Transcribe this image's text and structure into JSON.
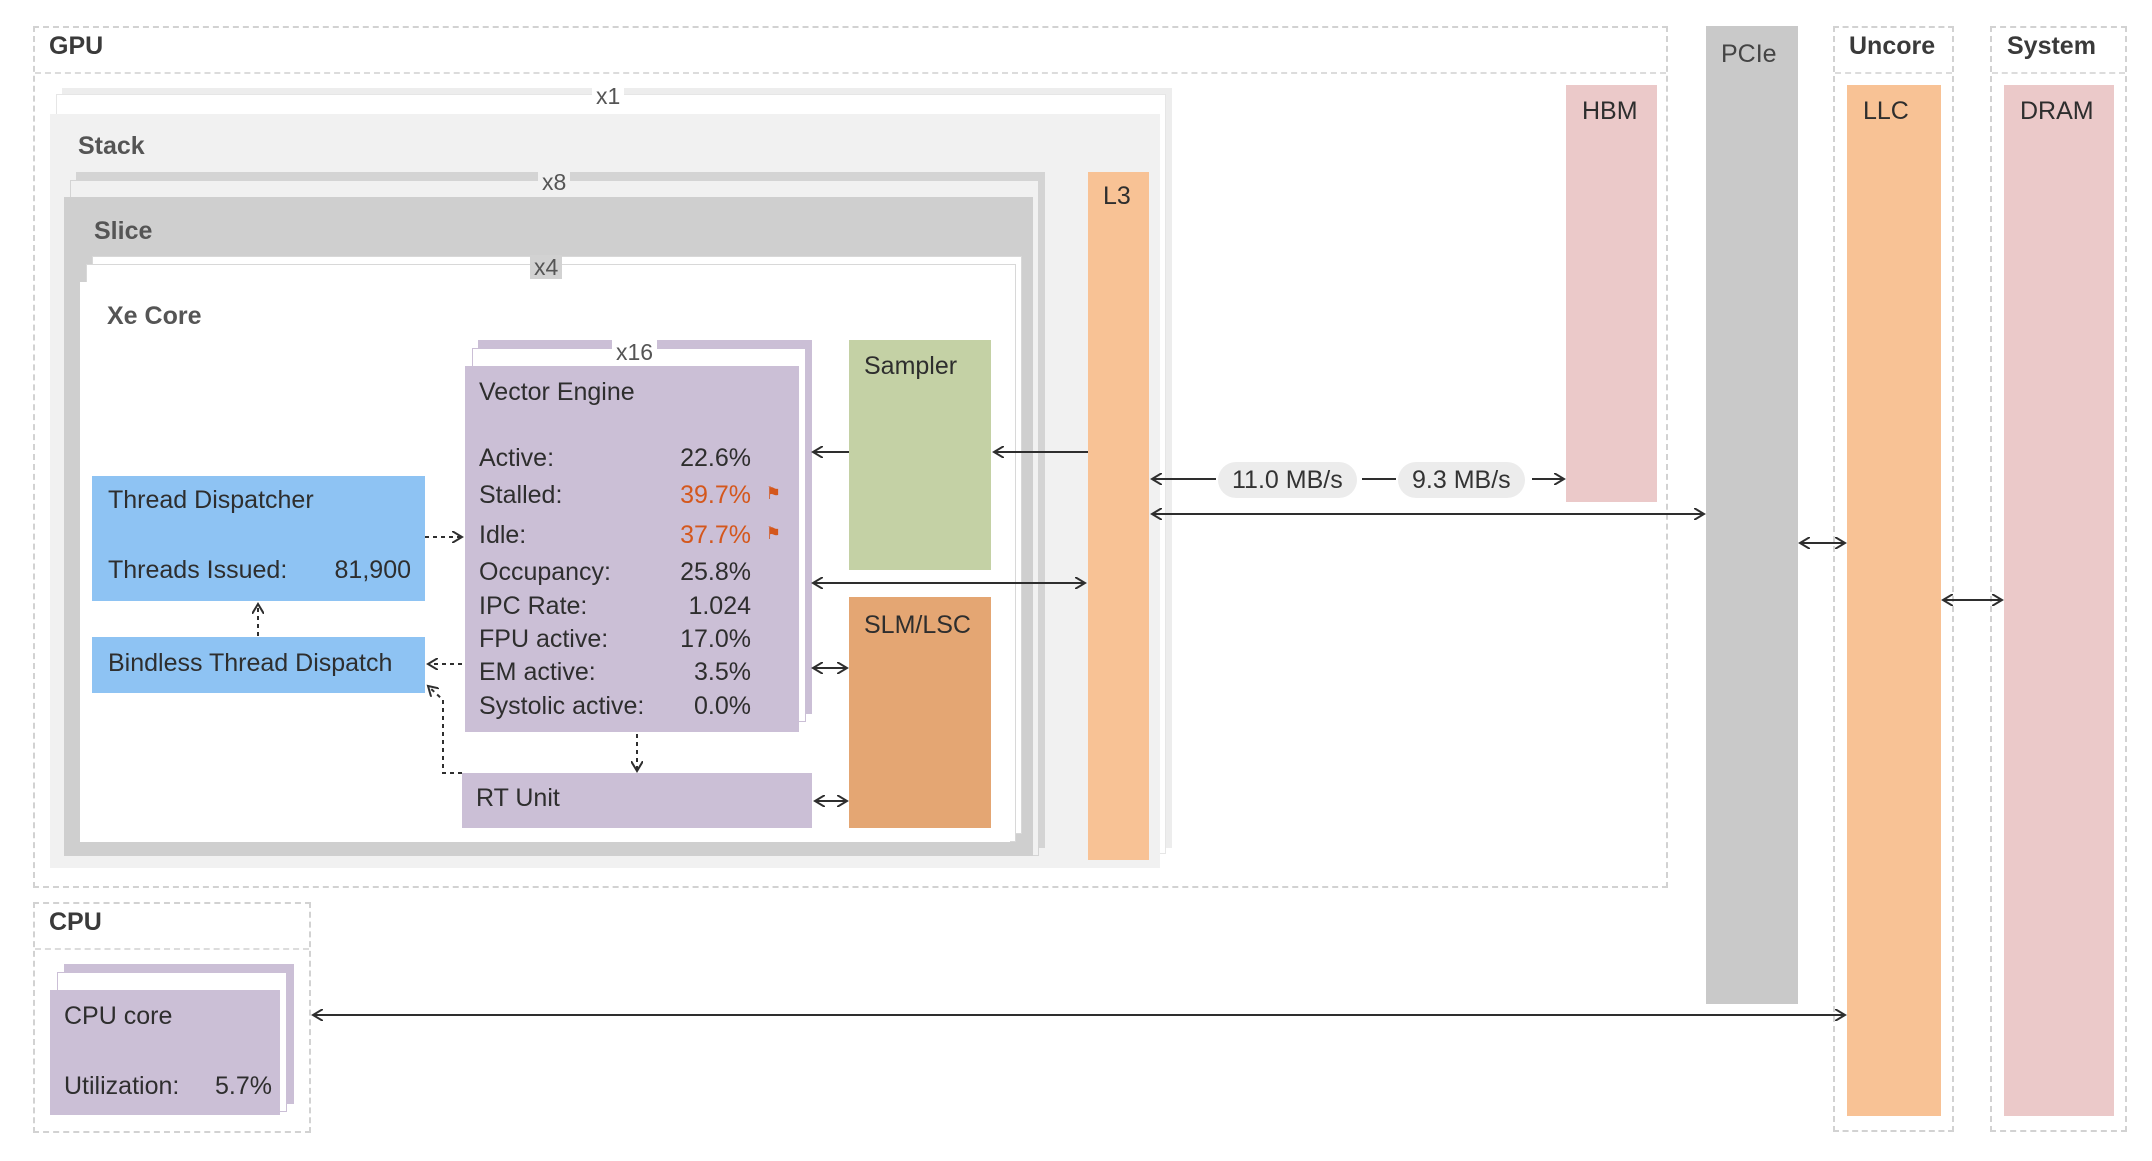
{
  "gpu": {
    "label": "GPU",
    "stack": {
      "multiplier": "x1",
      "label": "Stack"
    },
    "slice": {
      "multiplier": "x8",
      "label": "Slice"
    },
    "xe_core": {
      "multiplier": "x4",
      "label": "Xe Core"
    },
    "vector_engine": {
      "multiplier": "x16",
      "label": "Vector Engine",
      "metrics": [
        {
          "name": "Active:",
          "value": "22.6%",
          "flag": false
        },
        {
          "name": "Stalled:",
          "value": "39.7%",
          "flag": true
        },
        {
          "name": "Idle:",
          "value": "37.7%",
          "flag": true
        },
        {
          "name": "Occupancy:",
          "value": "25.8%",
          "flag": false
        },
        {
          "name": "IPC Rate:",
          "value": "1.024",
          "flag": false
        },
        {
          "name": "FPU active:",
          "value": "17.0%",
          "flag": false
        },
        {
          "name": "EM active:",
          "value": "3.5%",
          "flag": false
        },
        {
          "name": "Systolic active:",
          "value": "0.0%",
          "flag": false
        }
      ]
    },
    "thread_dispatcher": {
      "label": "Thread Dispatcher",
      "metric_name": "Threads Issued:",
      "metric_value": "81,900"
    },
    "bindless_thread_dispatch": {
      "label": "Bindless Thread Dispatch"
    },
    "rt_unit": {
      "label": "RT Unit"
    },
    "sampler": {
      "label": "Sampler"
    },
    "slm_lsc": {
      "label": "SLM/LSC"
    },
    "l3": {
      "label": "L3"
    },
    "hbm": {
      "label": "HBM"
    },
    "bandwidth": {
      "read": "11.0 MB/s",
      "write": "9.3 MB/s"
    }
  },
  "pcie": {
    "label": "PCIe"
  },
  "uncore": {
    "label": "Uncore",
    "llc": "LLC"
  },
  "system": {
    "label": "System",
    "dram": "DRAM"
  },
  "cpu": {
    "label": "CPU",
    "core": {
      "label": "CPU core",
      "metric_name": "Utilization:",
      "metric_value": "5.7%"
    }
  },
  "colors": {
    "vector_engine": "#cbbfd6",
    "thread_dispatch": "#8ec3f3",
    "sampler": "#c4d1a5",
    "slm_lsc": "#e4a673",
    "l3_llc": "#f8c295",
    "hbm_dram": "#ebc9c9",
    "pcie": "#c9c9c9",
    "warning": "#d4571c"
  }
}
